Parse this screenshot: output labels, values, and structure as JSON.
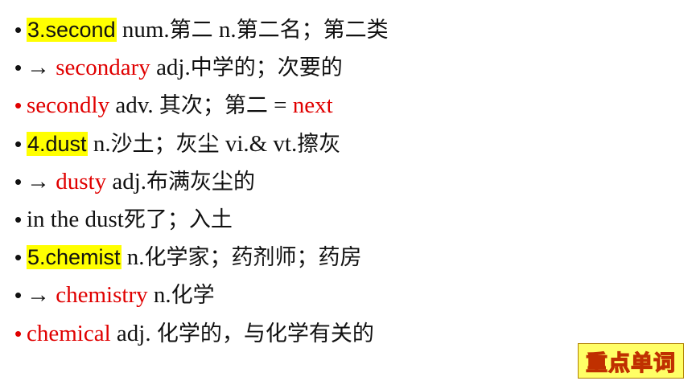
{
  "lines": [
    {
      "bullet": "•",
      "tag": "3.second",
      "p1": " num.",
      "zh1": "第二",
      "p2": " n.",
      "zh2": "第二名；第二类"
    },
    {
      "bullet": "•",
      "arrow": "→ ",
      "word": "secondary",
      "p1": " adj.",
      "zh1": "中学的；次要的"
    },
    {
      "bullet": "•",
      "word": "secondly",
      "p1": " adv. ",
      "zh1": "其次；第二",
      "p2": " = ",
      "word2": "next"
    },
    {
      "bullet": "•",
      "tag": "4.dust",
      "p1": " n.",
      "zh1": "沙土；灰尘",
      "p2": " vi.& vt.",
      "zh2": "擦灰"
    },
    {
      "bullet": "•",
      "arrow": "→ ",
      "word": "dusty",
      "p1": " adj.",
      "zh1": "布满灰尘的"
    },
    {
      "bullet": "•",
      "p1": "in the dust",
      "zh1": "死了；入土"
    },
    {
      "bullet": "•",
      "tag": "5.chemist",
      "p1": " n.",
      "zh1": "化学家；药剂师；药房"
    },
    {
      "bullet": "•",
      "arrow": "→ ",
      "word": "chemistry",
      "p1": " n.",
      "zh1": "化学"
    },
    {
      "bullet": "•",
      "word": "chemical",
      "p1": " adj. ",
      "zh1": "化学的，与化学有关的"
    }
  ],
  "badge": {
    "label": "重点单词"
  },
  "colors": {
    "highlight": "#ffff00",
    "red": "#e00000",
    "badge_bg": "#ffff66"
  }
}
